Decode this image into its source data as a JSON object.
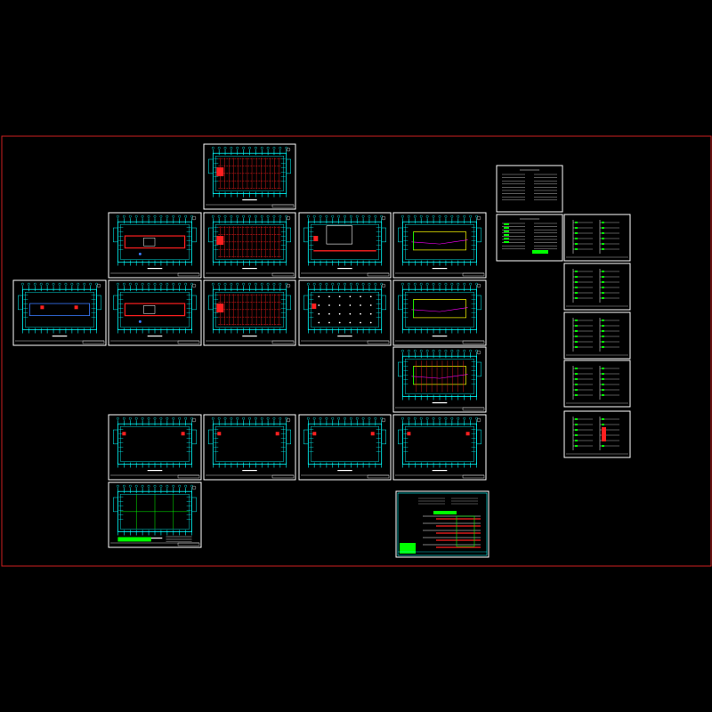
{
  "drawing": {
    "background_color": "#000000",
    "boundary_color": "#cc2020",
    "sheet_border_color": "#ffffff",
    "wall_color": "#00ffff",
    "red_line_color": "#ff2020",
    "green_color": "#00ff00",
    "yellow_color": "#ffff00",
    "magenta_color": "#ff00ff"
  },
  "sheets": [
    {
      "id": "plan-top",
      "kind": "plan-dense-red"
    },
    {
      "id": "plan-r1-c1",
      "kind": "plan-red-corridor"
    },
    {
      "id": "plan-r1-c2",
      "kind": "plan-dense-red"
    },
    {
      "id": "plan-r1-c3",
      "kind": "plan-red-line"
    },
    {
      "id": "plan-r1-c4",
      "kind": "plan-loop-yellow"
    },
    {
      "id": "plan-r2-c0",
      "kind": "plan-blue-corridor"
    },
    {
      "id": "plan-r2-c1",
      "kind": "plan-red-corridor"
    },
    {
      "id": "plan-r2-c2",
      "kind": "plan-dense-red"
    },
    {
      "id": "plan-r2-c3",
      "kind": "plan-dots"
    },
    {
      "id": "plan-r2-c4",
      "kind": "plan-loop-yellow"
    },
    {
      "id": "plan-r3-c4",
      "kind": "plan-loop-yellow-green"
    },
    {
      "id": "plan-r4-c1",
      "kind": "plan-empty"
    },
    {
      "id": "plan-r4-c2",
      "kind": "plan-empty"
    },
    {
      "id": "plan-r4-c3",
      "kind": "plan-empty"
    },
    {
      "id": "plan-r4-c4",
      "kind": "plan-empty"
    },
    {
      "id": "plan-r5-c1",
      "kind": "plan-grid-green"
    },
    {
      "id": "section-sheet",
      "kind": "elevation"
    },
    {
      "id": "notes-sheet-1",
      "kind": "notes"
    },
    {
      "id": "notes-sheet-2",
      "kind": "notes-legend"
    },
    {
      "id": "schematic-1",
      "kind": "schematic"
    },
    {
      "id": "schematic-2",
      "kind": "schematic"
    },
    {
      "id": "schematic-3",
      "kind": "schematic"
    },
    {
      "id": "schematic-4",
      "kind": "schematic"
    },
    {
      "id": "schematic-5",
      "kind": "schematic-bar"
    }
  ]
}
